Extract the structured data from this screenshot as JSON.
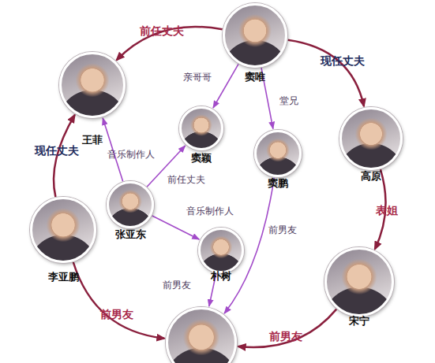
{
  "diagram": {
    "nodes": [
      {
        "text": [
          "窦唯"
        ]
      },
      {
        "text": [
          "王菲"
        ]
      },
      {
        "text": [
          "窦颖"
        ]
      },
      {
        "text": [
          "窦鹏"
        ]
      },
      {
        "text": [
          "高原"
        ]
      },
      {
        "text": [
          "张亚东"
        ]
      },
      {
        "text": [
          "李亚鹏"
        ]
      },
      {
        "text": [
          "朴树"
        ]
      },
      {
        "text": [
          "宋宁"
        ]
      },
      {
        "text": []
      }
    ],
    "edges": [
      {
        "from": 0,
        "to": 1,
        "label": "前任丈夫",
        "arrow": "to"
      },
      {
        "from": 0,
        "to": 4,
        "label": "现任丈夫",
        "arrow": "to"
      },
      {
        "from": 0,
        "to": 2,
        "label": "亲哥哥",
        "arrow": "to"
      },
      {
        "from": 0,
        "to": 3,
        "label": "堂兄",
        "arrow": "to"
      },
      {
        "from": 6,
        "to": 1,
        "label": "现任丈夫",
        "arrow": "to"
      },
      {
        "from": 5,
        "to": 1,
        "label": "音乐制作人",
        "arrow": "to"
      },
      {
        "from": 5,
        "to": 2,
        "label": "前任丈夫",
        "arrow": "to"
      },
      {
        "from": 5,
        "to": 7,
        "label": "音乐制作人",
        "arrow": "to"
      },
      {
        "from": 4,
        "to": 8,
        "label": "表姐",
        "arrow": "to"
      },
      {
        "from": 8,
        "to": 9,
        "label": "前男友",
        "arrow": "to"
      },
      {
        "from": 6,
        "to": 9,
        "label": "前男友",
        "arrow": "to"
      },
      {
        "from": 3,
        "to": 9,
        "label": "前男友",
        "arrow": "to"
      },
      {
        "from": 7,
        "to": 9,
        "label": "前男友",
        "arrow": "to"
      }
    ]
  }
}
